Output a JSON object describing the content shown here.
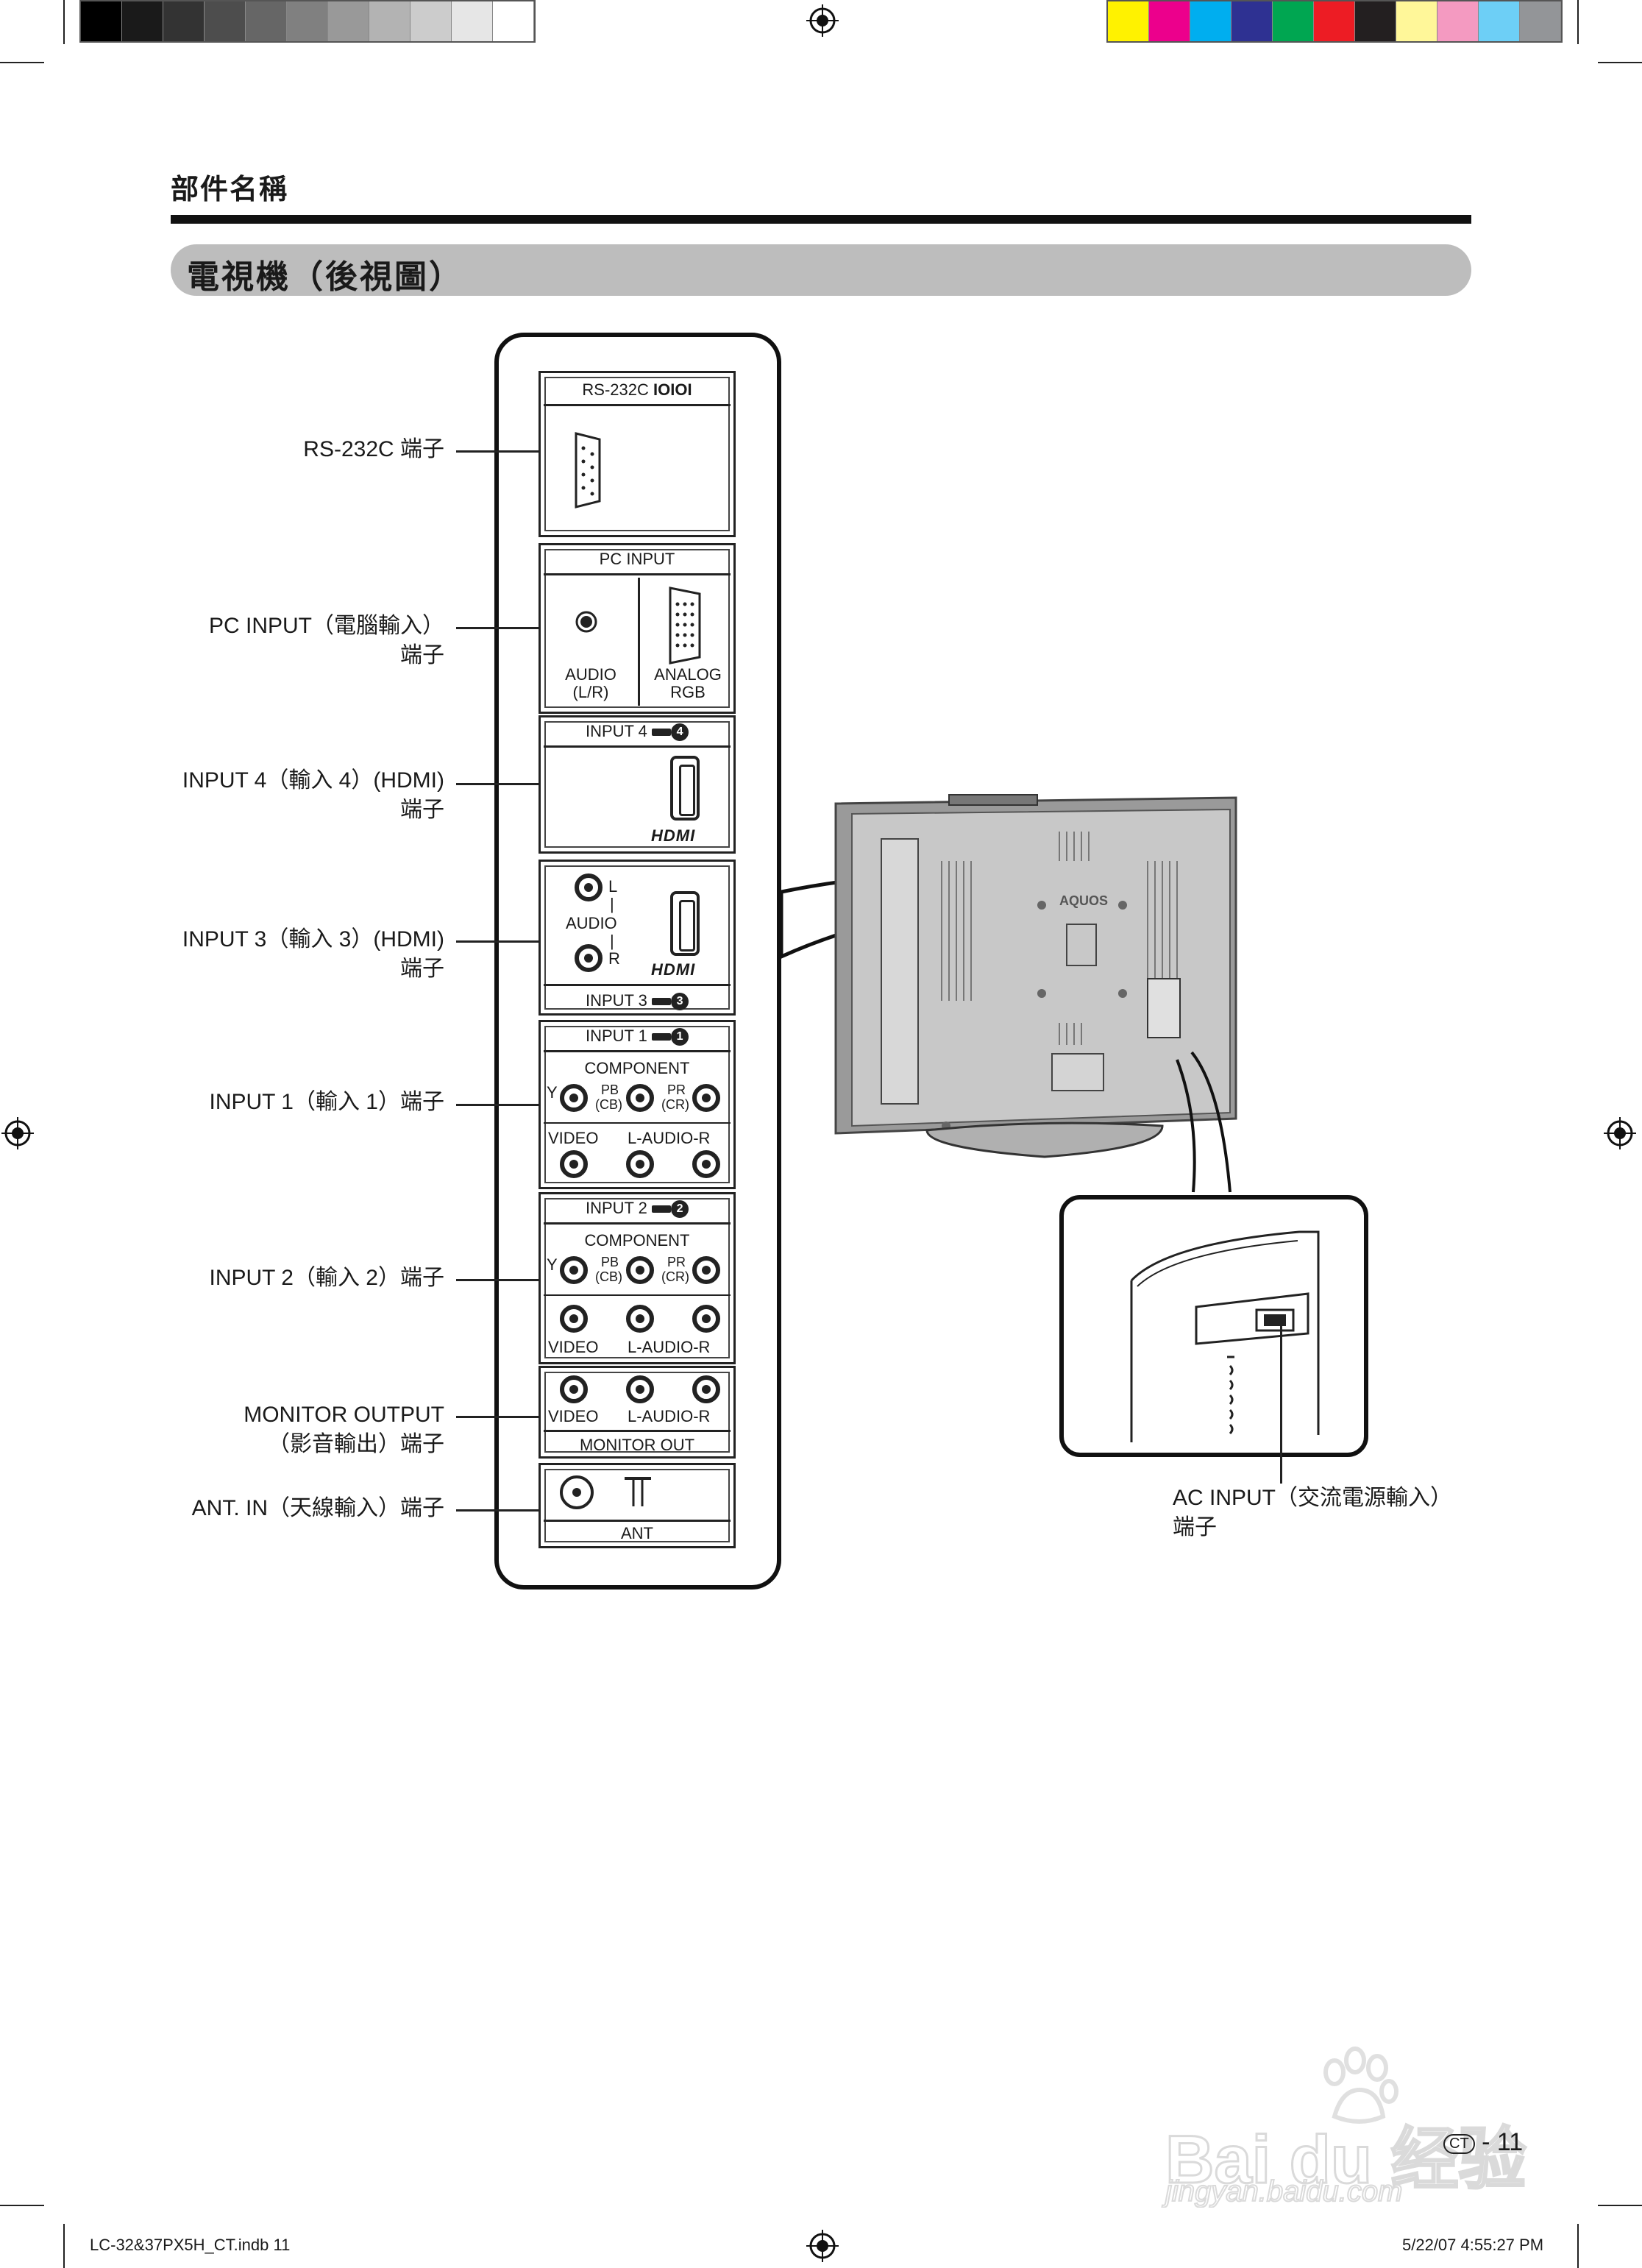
{
  "header": {
    "section": "部件名稱",
    "title": "電視機（後視圖）"
  },
  "calibration": {
    "grays": [
      "#000000",
      "#1a1a1a",
      "#333333",
      "#4d4d4d",
      "#666666",
      "#808080",
      "#999999",
      "#b3b3b3",
      "#cccccc",
      "#e6e6e6",
      "#ffffff"
    ],
    "colors": [
      "#fff200",
      "#ec008c",
      "#00aeef",
      "#2e3192",
      "#00a651",
      "#ed1c24",
      "#231f20",
      "#fff799",
      "#f49ac1",
      "#6dcff6",
      "#939598"
    ]
  },
  "panel": {
    "rs232c": {
      "head": "RS-232C"
    },
    "pc_input": {
      "head": "PC INPUT",
      "audio": "AUDIO",
      "audio_sub": "(L/R)",
      "analog": "ANALOG",
      "analog_sub": "RGB"
    },
    "input4": {
      "head": "INPUT 4",
      "badge": "4",
      "logo": "HDMI"
    },
    "input3": {
      "l": "L",
      "audio": "AUDIO",
      "r": "R",
      "logo": "HDMI",
      "foot": "INPUT 3",
      "badge": "3"
    },
    "input1": {
      "head": "INPUT 1",
      "badge": "1",
      "component": "COMPONENT",
      "y": "Y",
      "pb": "PB",
      "cb": "(CB)",
      "pr": "PR",
      "cr": "(CR)",
      "video": "VIDEO",
      "audio": "L-AUDIO-R"
    },
    "input2": {
      "head": "INPUT 2",
      "badge": "2",
      "component": "COMPONENT",
      "y": "Y",
      "pb": "PB",
      "cb": "(CB)",
      "pr": "PR",
      "cr": "(CR)",
      "video": "VIDEO",
      "audio": "L-AUDIO-R"
    },
    "monitor": {
      "video": "VIDEO",
      "audio": "L-AUDIO-R",
      "foot": "MONITOR OUT"
    },
    "ant": {
      "foot": "ANT"
    }
  },
  "labels": {
    "rs232c": "RS-232C 端子",
    "pc_input_1": "PC INPUT（電腦輸入）",
    "pc_input_2": "端子",
    "input4_1": "INPUT 4（輸入 4）(HDMI)",
    "input4_2": "端子",
    "input3_1": "INPUT 3（輸入 3）(HDMI)",
    "input3_2": "端子",
    "input1": "INPUT 1（輸入 1）端子",
    "input2": "INPUT 2（輸入 2）端子",
    "monitor_1": "MONITOR OUTPUT",
    "monitor_2": "（影音輸出）端子",
    "ant": "ANT. IN（天線輸入）端子",
    "ac_1": "AC INPUT（交流電源輸入）",
    "ac_2": "端子"
  },
  "tv": {
    "brand": "AQUOS"
  },
  "footer": {
    "lang": "CT",
    "page": "- 11",
    "file": "LC-32&37PX5H_CT.indb   11",
    "date": "5/22/07   4:55:27 PM"
  },
  "watermark": {
    "brand": "Bai du 经验",
    "url": "jingyan.baidu.com"
  }
}
